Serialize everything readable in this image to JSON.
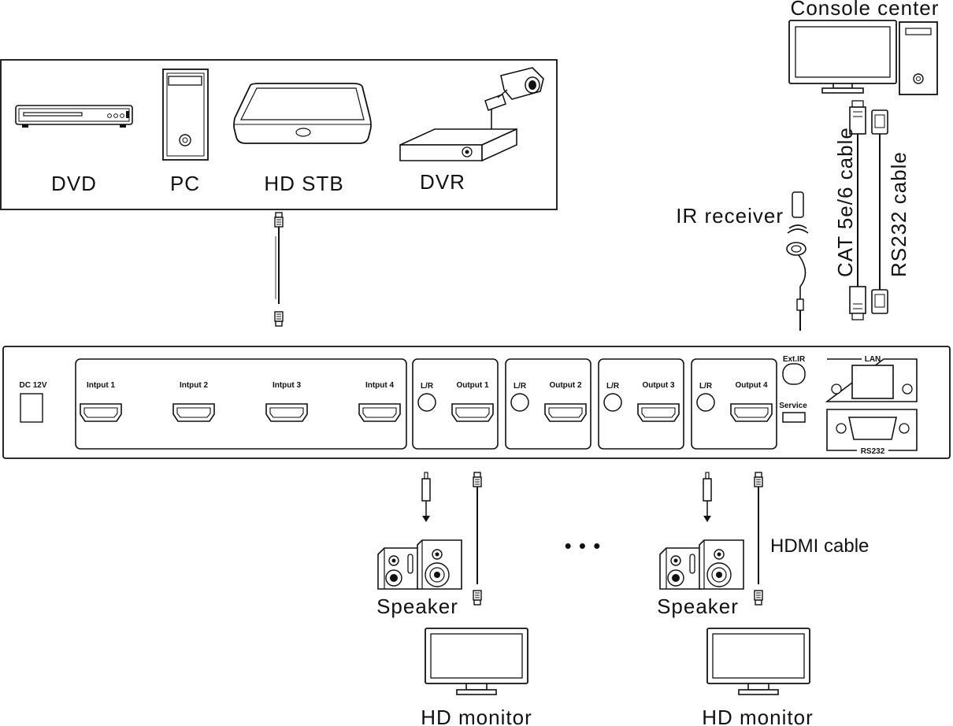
{
  "sources": {
    "dvd": "DVD",
    "pc": "PC",
    "stb": "HD STB",
    "dvr": "DVR"
  },
  "console": {
    "label": "Console center"
  },
  "cables": {
    "ir_receiver": "IR receiver",
    "cat": "CAT 5e/6 cable",
    "rs232": "RS232 cable",
    "hdmi": "HDMI cable"
  },
  "panel": {
    "dc": "DC 12V",
    "inputs": [
      "Intput 1",
      "Intput 2",
      "Intput 3",
      "Intput 4"
    ],
    "outputs": [
      "Output 1",
      "Output 2",
      "Output 3",
      "Output 4"
    ],
    "audio_label": "L/R",
    "ext_ir": "Ext.IR",
    "service": "Service",
    "lan": "LAN",
    "rs232": "RS232"
  },
  "outputs_side": {
    "speaker_left": "Speaker",
    "speaker_right": "Speaker",
    "monitor_left": "HD monitor",
    "monitor_right": "HD monitor",
    "ellipsis": "• • •"
  }
}
